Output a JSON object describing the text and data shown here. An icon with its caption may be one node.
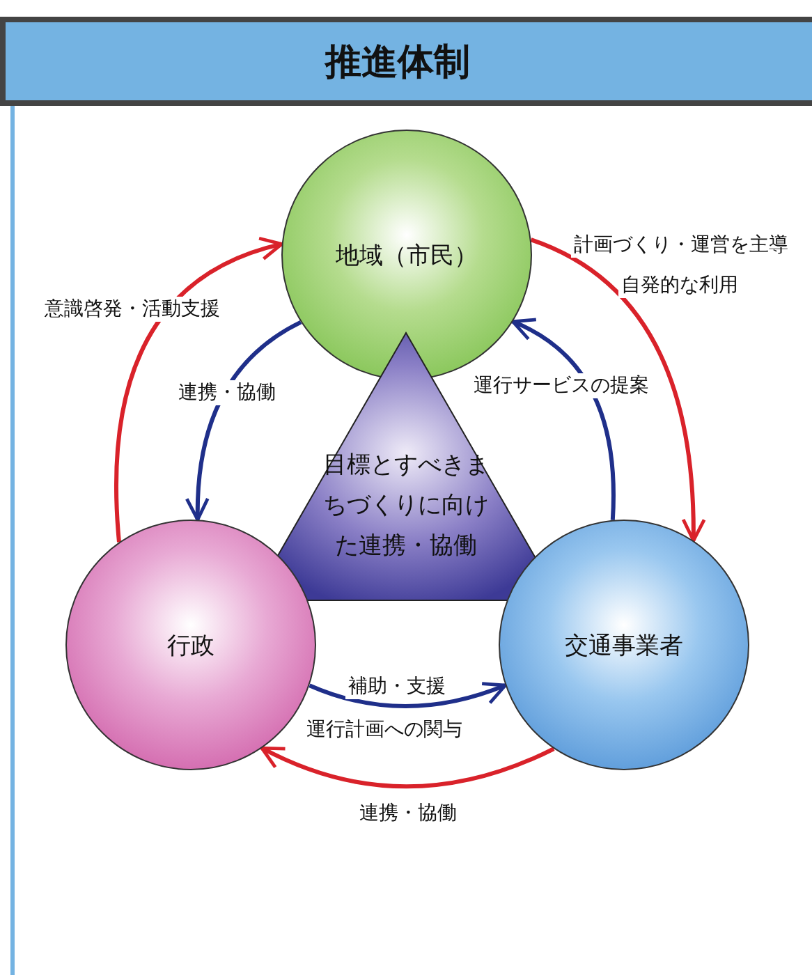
{
  "diagram": {
    "title": "推進体制",
    "nodes": [
      {
        "text": [
          "地域（市民）"
        ]
      },
      {
        "text": [
          "目標とすべきまちづくりに向けた連携・協働"
        ]
      },
      {
        "text": [
          "行政"
        ]
      },
      {
        "text": [
          "交通事業者"
        ]
      }
    ],
    "edges": [
      {
        "from": 2,
        "to": 0,
        "arrow": "to",
        "label": "意識啓発・活動支援",
        "color": "#d9222a"
      },
      {
        "from": 0,
        "to": 2,
        "arrow": "to",
        "label": "連携・協働",
        "color": "#1f2f8a"
      },
      {
        "from": 0,
        "to": 3,
        "arrow": "to",
        "label": "計画づくり・運営を主導",
        "color": "#d9222a"
      },
      {
        "from": 3,
        "to": 0,
        "arrow": "to",
        "label": "運行サービスの提案",
        "color": "#1f2f8a"
      },
      {
        "from": 2,
        "to": 3,
        "arrow": "to",
        "label": "補助・支援",
        "color": "#1f2f8a"
      },
      {
        "from": 3,
        "to": 2,
        "arrow": "to",
        "label": "連携・協働",
        "color": "#d9222a"
      }
    ],
    "labels": [
      "自発的な利用",
      "運行計画への関与"
    ]
  }
}
